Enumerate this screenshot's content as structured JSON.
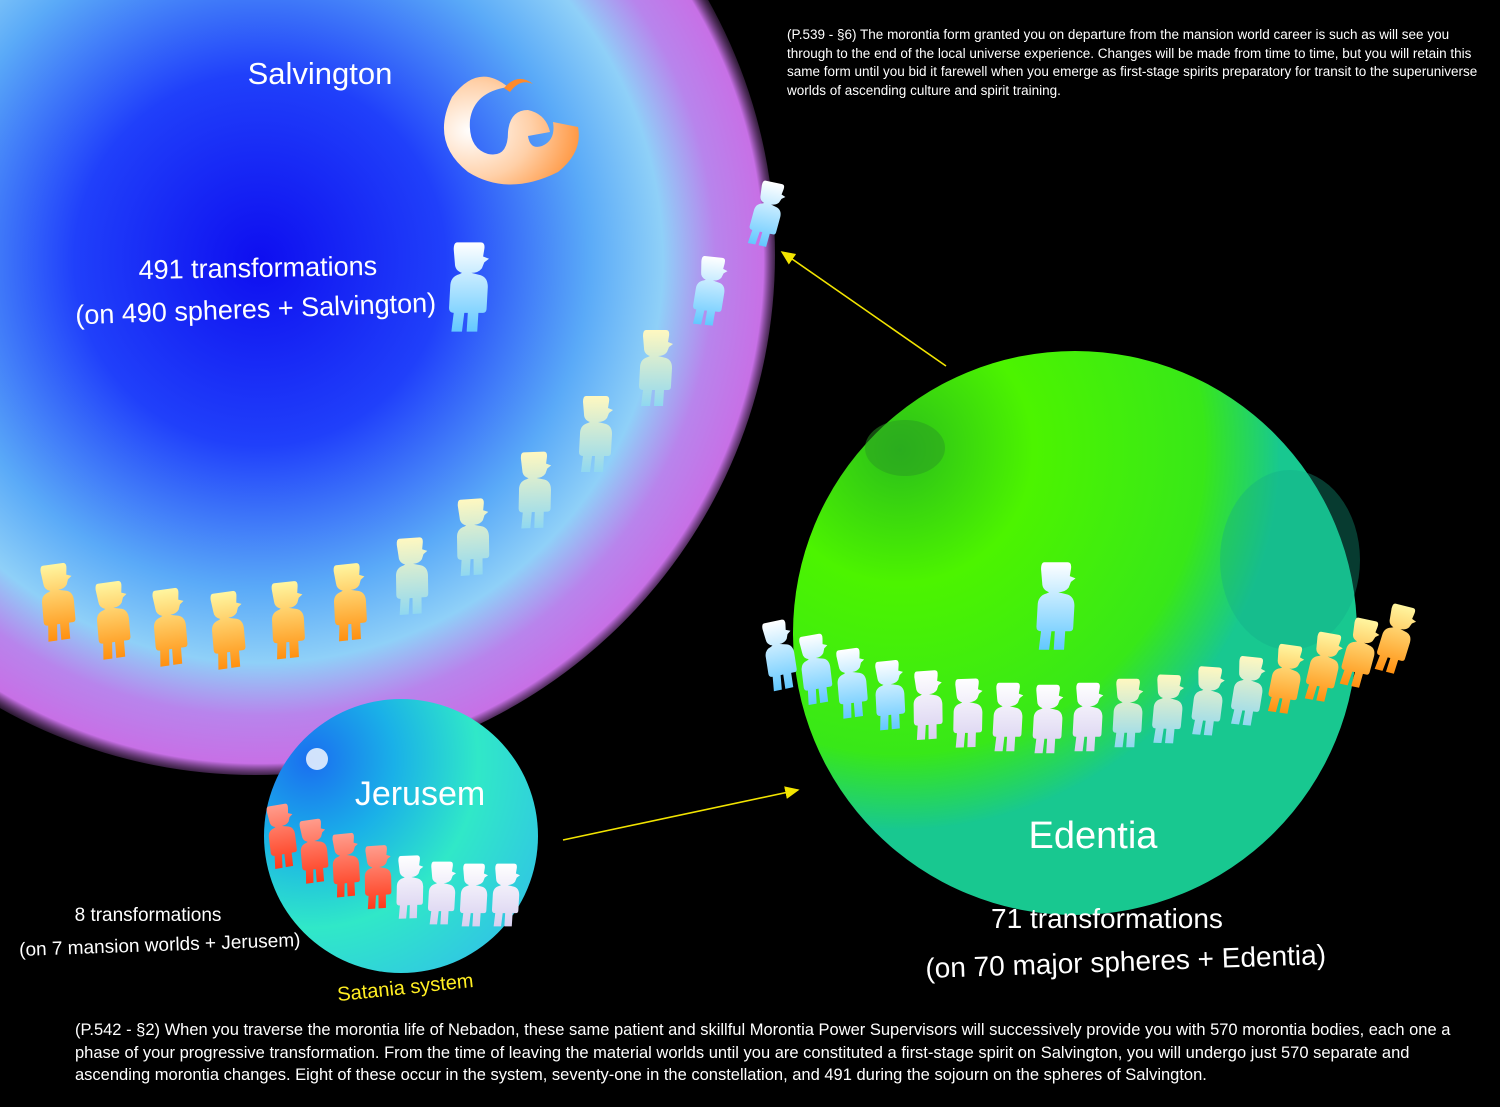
{
  "spheres": {
    "salvington": {
      "name": "Salvington",
      "count_label": "491 transformations",
      "detail_label": "(on 490 spheres + Salvington)",
      "color_core": "#1616f5",
      "color_glow": "#b676ea"
    },
    "edentia": {
      "name": "Edentia",
      "count_label": "71 transformations",
      "detail_label": "(on 70 major spheres + Edentia)",
      "color": "#49f000"
    },
    "jerusem": {
      "name": "Jerusem",
      "count_label": "8 transformations",
      "detail_label": "(on 7 mansion worlds + Jerusem)",
      "system_label": "Satania system",
      "system_label_color": "#ffee22",
      "color": "#2fd6e6"
    }
  },
  "quotes": {
    "top": "(P.539 - §6)  The morontia form granted you on departure from the mansion world career is such as will see you through to the end of the local universe experience. Changes will be made from time to time, but you will retain this same form until you bid it farewell when you emerge as first-stage spirits preparatory for transit to the superuniverse worlds of ascending culture and spirit training.",
    "bottom": "(P.542 - §2) When you traverse the morontia life of Nebadon, these same patient and skillful Morontia Power Supervisors will successively provide you with 570 morontia bodies, each one a phase of your progressive transformation. From the time of leaving the material worlds until you are constituted a first-stage spirit on Salvington, you will undergo just 570 separate and ascending morontia changes. Eight of these occur in the system, seventy-one in the constellation, and 491 during the sojourn on the spheres of Salvington."
  },
  "arrow_color": "#f2e400",
  "icons": {
    "logo": "salvington-spiral-logo",
    "figure": "morontia-figure-icon"
  }
}
